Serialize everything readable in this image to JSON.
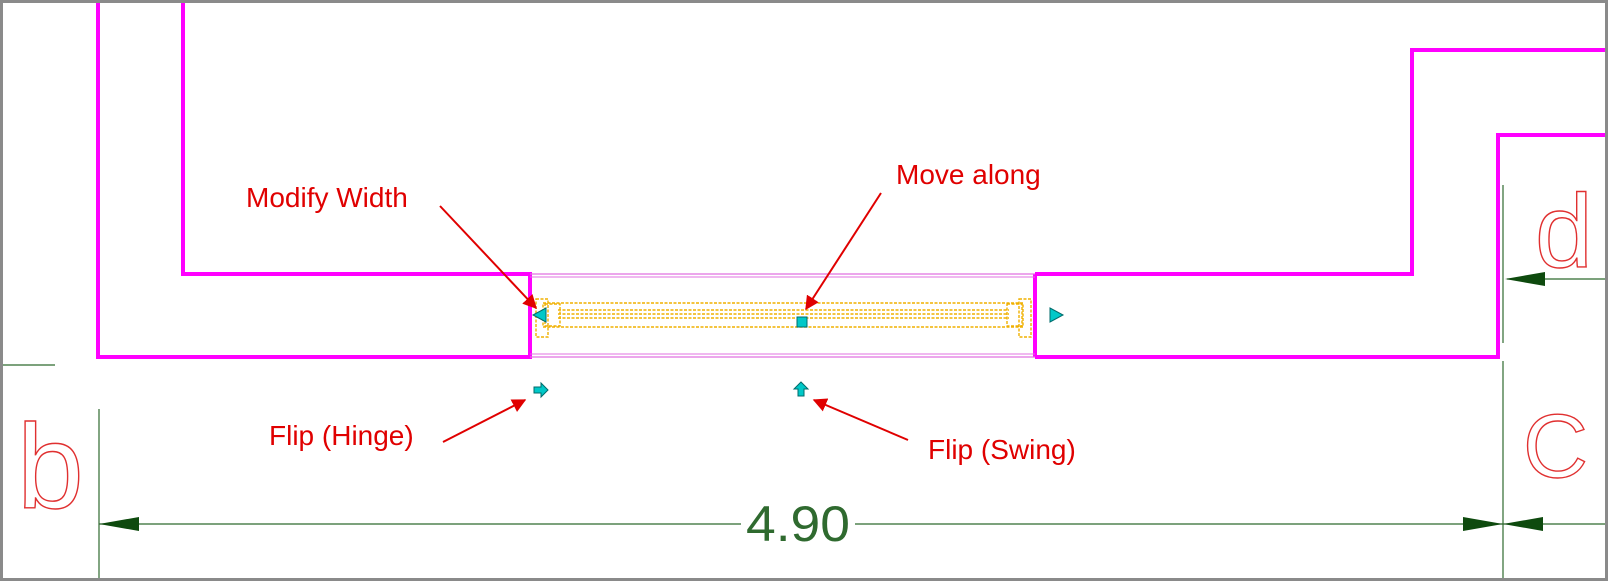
{
  "colors": {
    "background": "#ffffff",
    "frame": "#8a8a8a",
    "wall": "#ff00ff",
    "opening": "#e070e0",
    "window": "#f0b000",
    "grip": "#00c8c8",
    "callout": "#e00000",
    "dimension": "#2f6a2f",
    "arrowhead": "#0e4a0e",
    "gridLetter": "#e03030"
  },
  "icons": {
    "widthGrip": "triangle-grip-icon",
    "moveGrip": "square-grip-icon",
    "hingeGrip": "right-arrow-grip-icon",
    "swingGrip": "up-arrow-grip-icon"
  },
  "callouts": {
    "modify_width": "Modify Width",
    "move_along": "Move along",
    "flip_hinge": "Flip (Hinge)",
    "flip_swing": "Flip (Swing)"
  },
  "dimension": {
    "value": "4.90"
  },
  "grid_labels": {
    "b": "b",
    "c": "C",
    "d": "d"
  }
}
